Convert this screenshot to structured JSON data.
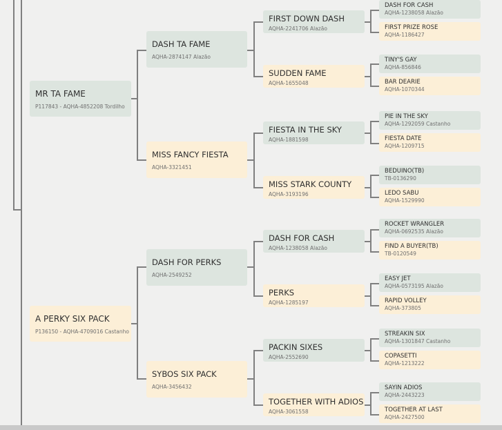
{
  "pedigree": {
    "sire": {
      "name": "MR TA FAME",
      "reg": "P117843 - AQHA-4852208 Tordilho"
    },
    "dam": {
      "name": "A PERKY SIX PACK",
      "reg": "P136150 - AQHA-4709016 Castanho"
    },
    "ss": {
      "name": "DASH TA FAME",
      "reg": "AQHA-2874147 Alazão"
    },
    "sd": {
      "name": "MISS FANCY FIESTA",
      "reg": "AQHA-3321451"
    },
    "ds": {
      "name": "DASH FOR PERKS",
      "reg": "AQHA-2549252"
    },
    "dd": {
      "name": "SYBOS SIX PACK",
      "reg": "AQHA-3456432"
    },
    "sss": {
      "name": "FIRST DOWN DASH",
      "reg": "AQHA-2241706 Alazão"
    },
    "ssd": {
      "name": "SUDDEN FAME",
      "reg": "AQHA-1655048"
    },
    "sds": {
      "name": "FIESTA IN THE SKY",
      "reg": "AQHA-1881598"
    },
    "sdd": {
      "name": "MISS STARK COUNTY",
      "reg": "AQHA-3193196"
    },
    "dss": {
      "name": "DASH FOR CASH",
      "reg": "AQHA-1238058 Alazão"
    },
    "dsd": {
      "name": "PERKS",
      "reg": "AQHA-1285197"
    },
    "dds": {
      "name": "PACKIN SIXES",
      "reg": "AQHA-2552690"
    },
    "ddd": {
      "name": "TOGETHER WITH ADIOS",
      "reg": "AQHA-3061558"
    },
    "ssss": {
      "name": "DASH FOR CASH",
      "reg": "AQHA-1238058 Alazão"
    },
    "sssd": {
      "name": "FIRST PRIZE ROSE",
      "reg": "AQHA-1186427"
    },
    "ssds": {
      "name": "TINY'S GAY",
      "reg": "AQHA-856846"
    },
    "ssdd": {
      "name": "BAR DEARIE",
      "reg": "AQHA-1070344"
    },
    "sdss": {
      "name": "PIE IN THE SKY",
      "reg": "AQHA-1292059 Castanho"
    },
    "sdsd": {
      "name": "FIESTA DATE",
      "reg": "AQHA-1209715"
    },
    "sdds": {
      "name": "BEDUINO(TB)",
      "reg": "TB-0136290"
    },
    "sddd": {
      "name": "LEDO SABU",
      "reg": "AQHA-1529990"
    },
    "dsss": {
      "name": "ROCKET WRANGLER",
      "reg": "AQHA-0692535 Alazão"
    },
    "dssd": {
      "name": "FIND A BUYER(TB)",
      "reg": "TB-0120549"
    },
    "dsds": {
      "name": "EASY JET",
      "reg": "AQHA-0573195 Alazão"
    },
    "dsdd": {
      "name": "RAPID VOLLEY",
      "reg": "AQHA-373805"
    },
    "ddss": {
      "name": "STREAKIN SIX",
      "reg": "AQHA-1301847 Castanho"
    },
    "ddsd": {
      "name": "COPASETTI",
      "reg": "AQHA-1213222"
    },
    "ddds": {
      "name": "SAYIN ADIOS",
      "reg": "AQHA-2443223"
    },
    "dddd": {
      "name": "TOGETHER AT LAST",
      "reg": "AQHA-2427500"
    }
  },
  "colors": {
    "sire_bg": "#dde5df",
    "dam_bg": "#fcefd7",
    "line": "#7f7f7f",
    "background": "#f0f0ef"
  }
}
